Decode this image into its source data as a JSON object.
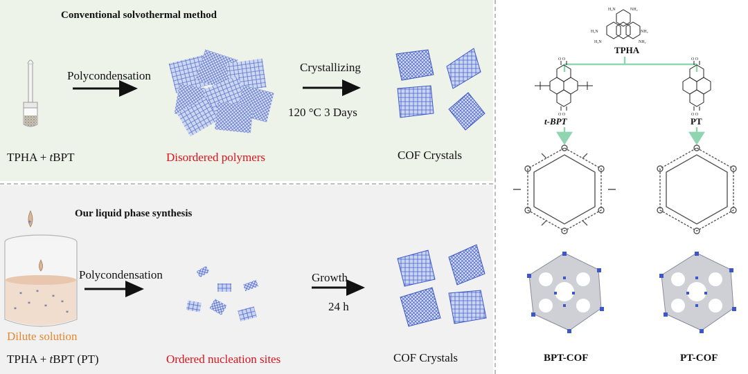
{
  "top": {
    "title": "Conventional solvothermal method",
    "step1": "Polycondensation",
    "step2": "Crystallizing",
    "conditions": "120 °C  3 Days",
    "reactants": "TPHA + tBPT",
    "intermediate": "Disordered polymers",
    "product": "COF Crystals"
  },
  "bottom": {
    "title": "Our liquid phase synthesis",
    "step1": "Polycondensation",
    "step2": "Growth",
    "conditions": "24 h",
    "solution_label": "Dilute solution",
    "reactants": "TPHA + tBPT (PT)",
    "intermediate": "Ordered nucleation sites",
    "product": "COF Crystals"
  },
  "right": {
    "tpha_label": "TPHA",
    "amine_label": "H₂N",
    "amine_label_right": "NH₂",
    "left_monomer": "t-BPT",
    "right_monomer": "PT",
    "left_cof": "BPT-COF",
    "right_cof": "PT-COF"
  },
  "colors": {
    "top_panel": "#edf3e8",
    "bottom_panel": "#f1f1f1",
    "highlight_red": "#e0101a",
    "solution_orange": "#e6872e",
    "connector_green": "#8fd6b0",
    "framework_blue": "#3b57c9"
  }
}
